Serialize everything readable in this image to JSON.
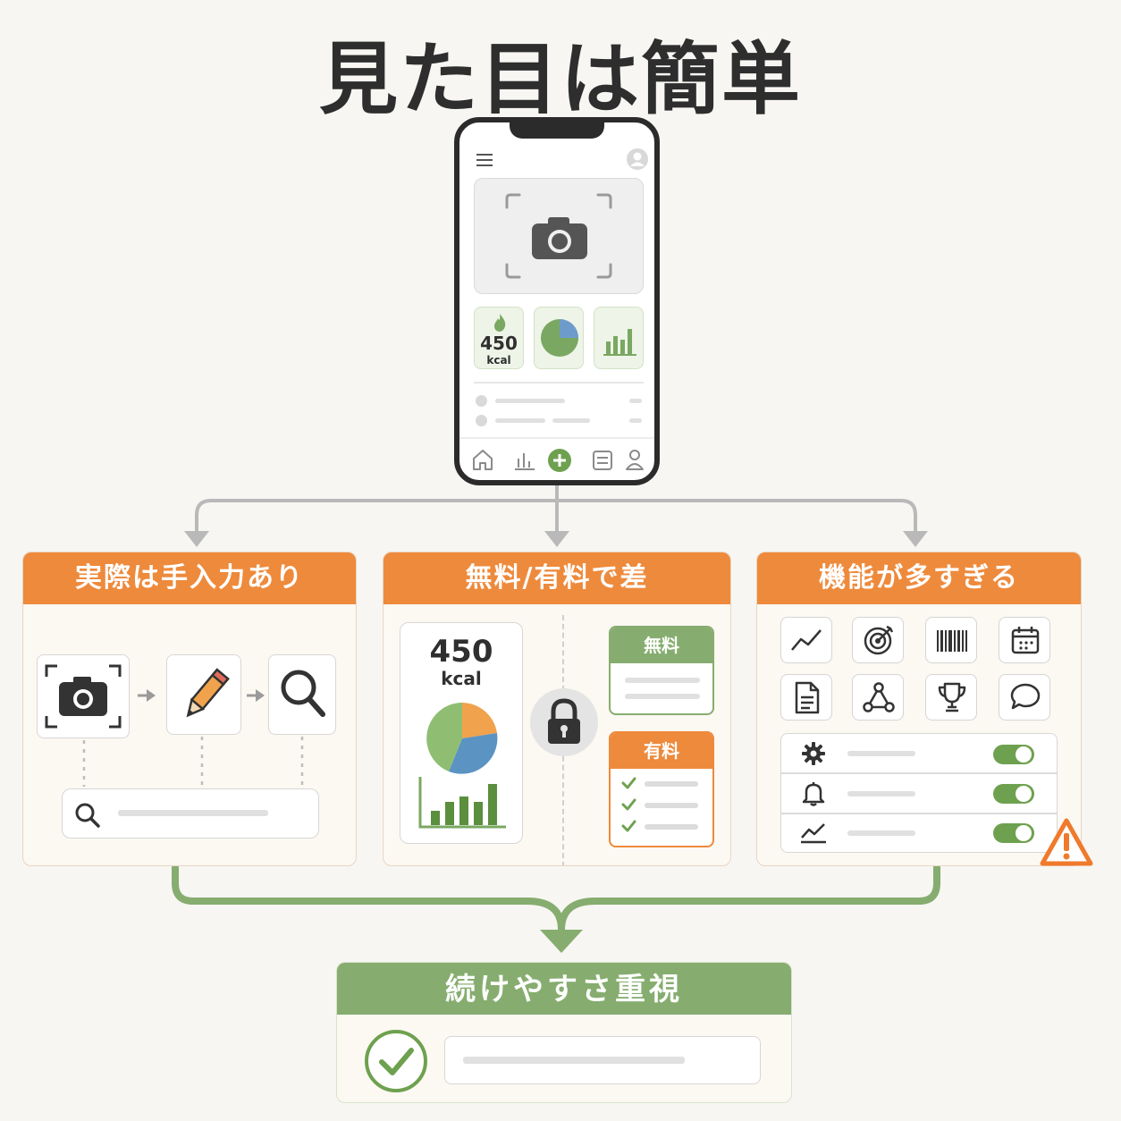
{
  "title": "見た目は簡単",
  "phone": {
    "kcal_value": "450",
    "kcal_unit": "kcal"
  },
  "panels": [
    {
      "heading": "実際は手入力あり"
    },
    {
      "heading": "無料/有料で差",
      "kcal_value": "450",
      "kcal_unit": "kcal",
      "free_label": "無料",
      "paid_label": "有料"
    },
    {
      "heading": "機能が多すぎる"
    }
  ],
  "result": {
    "heading": "続けやすさ重視"
  },
  "colors": {
    "accent_orange": "#ee8a3c",
    "accent_green": "#86ad6f",
    "pie_green": "#8fbe72",
    "pie_orange": "#f0a24c",
    "pie_blue": "#5b93c3",
    "warning": "#ef7a2c"
  }
}
